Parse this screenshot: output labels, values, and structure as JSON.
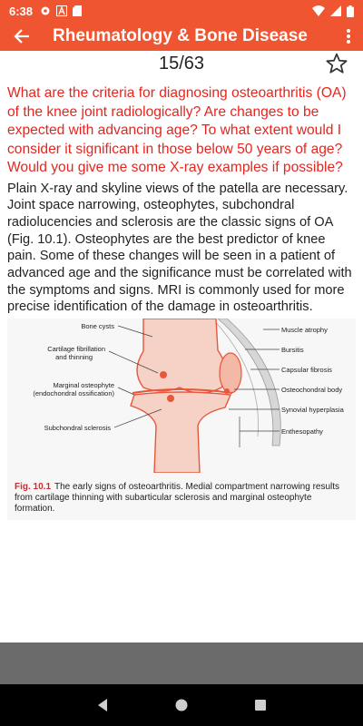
{
  "status_bar": {
    "time": "6:38"
  },
  "app_bar": {
    "title": "Rheumatology & Bone Disease"
  },
  "counter": "15/63",
  "question": "What are the criteria for diagnosing osteoarthritis (OA) of the knee joint radiologically? Are changes to be expected with advancing age? To what extent would I consider it significant in those below 50 years of age? Would you give me some X-ray examples if possible?",
  "answer": "Plain X-ray and skyline views of the patella are necessary. Joint space narrowing, osteophytes, subchondral radiolucencies and sclerosis are the classic signs of OA (Fig. 10.1). Osteophytes are the best predictor of knee pain. Some of these changes will be seen in a patient of advanced age and the significance must be correlated with the symptoms and signs. MRI is commonly used for more precise identification of the damage in osteoarthritis.",
  "figure": {
    "labels_left": [
      "Bone cysts",
      "Cartilage fibrillation",
      "and thinning",
      "Marginal osteophyte",
      "(endochondral ossification)",
      "Subchondral sclerosis"
    ],
    "labels_right": [
      "Muscle atrophy",
      "Bursitis",
      "Capsular fibrosis",
      "Osteochondral body",
      "Synovial hyperplasia",
      "Enthesopathy"
    ],
    "caption_number": "Fig. 10.1",
    "caption_text": "The early signs of osteoarthritis. Medial compartment narrowing results from cartilage thinning with subarticular sclerosis and marginal osteophyte formation.",
    "colors": {
      "bone": "#f6d2c6",
      "cortex": "#e8563c",
      "marrow": "#f3b9a6",
      "muscle": "#d7d7d7"
    }
  },
  "colors": {
    "accent": "#ee5530",
    "question": "#e8241d",
    "nav": "#000000",
    "bottom_gray": "#6b6b6b"
  }
}
